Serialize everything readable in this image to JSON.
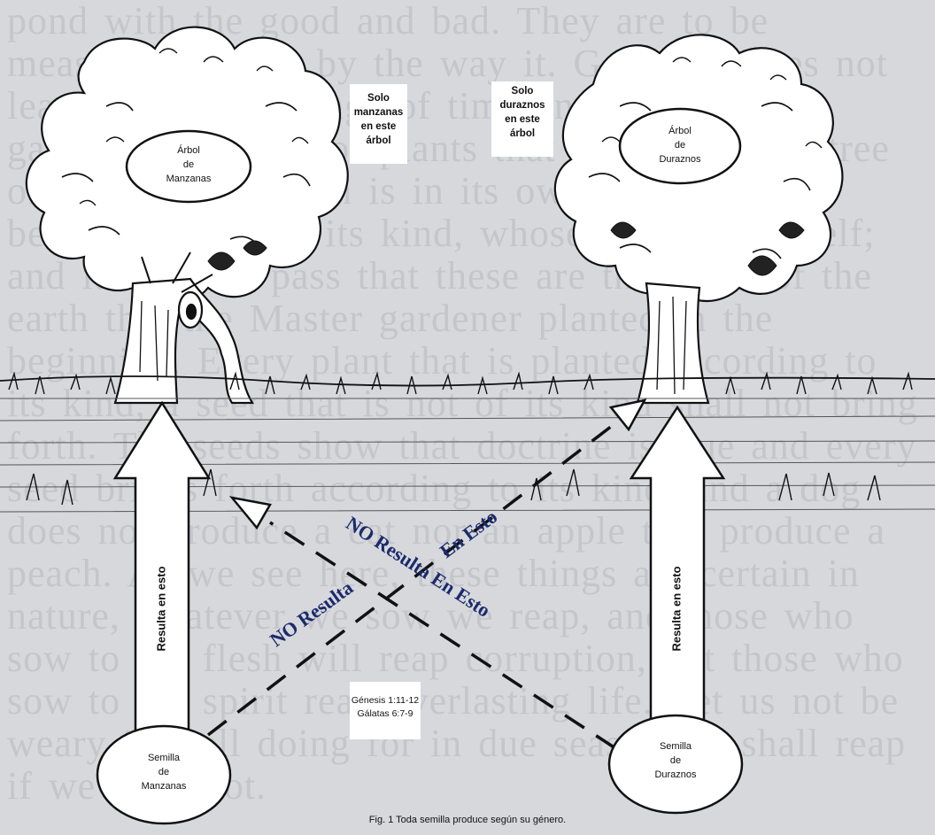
{
  "background_text": "pond with the good and bad. They are to be measured of fruit by the way it. God who does not leave alone the things of time and who have a garden that is full of plants that are to grow, a tree of every kind which is in its own nature a tree bearing fruit after its kind, whose seed is in itself; and it came to pass that these are the fruits of the earth that the Master gardener planted in the beginning. Every plant that is planted according to its kind, a seed that is not of its kind shall not bring forth. The seeds show that doctrine is true and every seed brings forth according to its kind, and a dog does not produce a cat nor an apple tree produce a peach. As we see here, these things are certain in nature, whatever we sow we reap, and those who sow to the flesh will reap corruption, but those who sow to the spirit reap everlasting life. Let us not be weary in well doing for in due season we shall reap if we faint not.",
  "labels": {
    "apple_tree": [
      "Árbol",
      "de",
      "Manzanas"
    ],
    "peach_tree": [
      "Árbol",
      "de",
      "Duraznos"
    ],
    "only_apples": [
      "Solo",
      "manzanas",
      "en este",
      "árbol"
    ],
    "only_peaches": [
      "Solo",
      "duraznos",
      "en este",
      "árbol"
    ],
    "apple_seed": [
      "Semilla",
      "de",
      "Manzanas"
    ],
    "peach_seed": [
      "Semilla",
      "de",
      "Duraznos"
    ],
    "results_in_this_left": "Resulta en esto",
    "results_in_this_right": "Resulta en esto",
    "not_result_lower": "NO Resulta",
    "not_result_in_this": "NO Resulta En Esto",
    "in_this": "En Esto",
    "references": [
      "Génesis 1:11-12",
      "Gálatas 6:7-9"
    ],
    "caption": "Fig. 1 Toda semilla produce según su género."
  },
  "colors": {
    "background": "#d6d8dc",
    "background_text": "#c4c6cb",
    "ink": "#111111",
    "rotated_text": "#1b2a6b",
    "label_fill": "#ffffff"
  }
}
